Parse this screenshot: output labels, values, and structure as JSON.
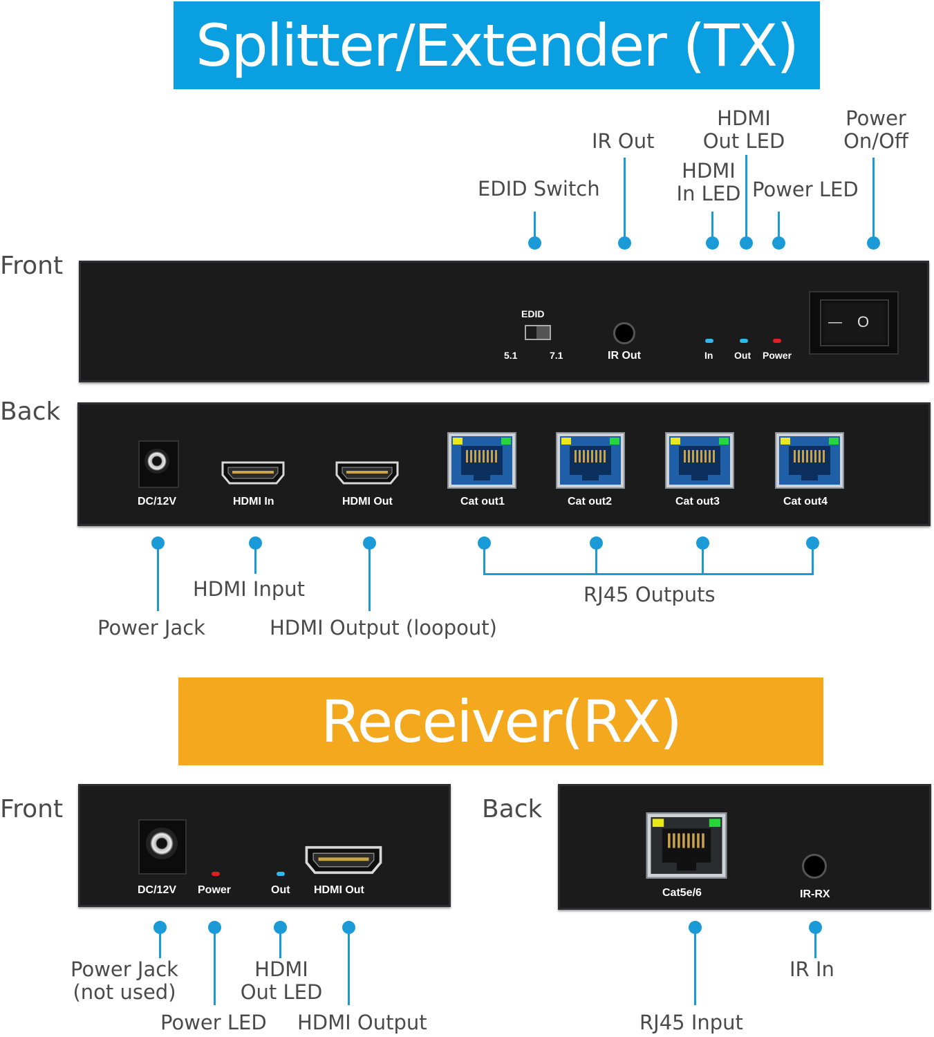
{
  "tx": {
    "title": "Splitter/Extender (TX)",
    "front_label": "Front",
    "back_label": "Back",
    "front_callouts": {
      "edid_switch": "EDID Switch",
      "ir_out": "IR Out",
      "hdmi_out_led": [
        "HDMI",
        "Out LED"
      ],
      "hdmi_in_led": [
        "HDMI",
        "In LED"
      ],
      "power_led": "Power LED",
      "power_onoff": [
        "Power",
        "On/Off"
      ]
    },
    "front_panel": {
      "edid": "EDID",
      "edid_51": "5.1",
      "edid_71": "7.1",
      "ir_out": "IR Out",
      "in": "In",
      "out": "Out",
      "power": "Power",
      "switch_off": "—",
      "switch_on": "O"
    },
    "back_panel": {
      "dc": "DC/12V",
      "hdmi_in": "HDMI In",
      "hdmi_out": "HDMI Out",
      "cat_out1": "Cat out1",
      "cat_out2": "Cat out2",
      "cat_out3": "Cat out3",
      "cat_out4": "Cat out4"
    },
    "back_callouts": {
      "power_jack": "Power Jack",
      "hdmi_input": "HDMI Input",
      "hdmi_output": "HDMI Output (loopout)",
      "rj45_outputs": "RJ45 Outputs"
    }
  },
  "rx": {
    "title": "Receiver(RX)",
    "front_label": "Front",
    "back_label": "Back",
    "front_panel": {
      "dc": "DC/12V",
      "power": "Power",
      "out": "Out",
      "hdmi_out": "HDMI Out"
    },
    "back_panel": {
      "cat": "Cat5e/6",
      "ir_rx": "IR-RX"
    },
    "front_callouts": {
      "power_jack": [
        "Power Jack",
        "(not used)"
      ],
      "hdmi_out_led": [
        "HDMI",
        "Out LED"
      ],
      "power_led": "Power LED",
      "hdmi_output": "HDMI Output"
    },
    "back_callouts": {
      "ir_in": "IR In",
      "rj45_input": "RJ45 Input"
    }
  },
  "colors": {
    "tx_banner": "#0a9fe0",
    "rx_banner": "#f4a81e",
    "callout": "#1a9ad6",
    "led_blue": "#2fb8f0",
    "led_red": "#e02020",
    "led_yellow": "#e8e81a",
    "led_green": "#27d63a"
  }
}
